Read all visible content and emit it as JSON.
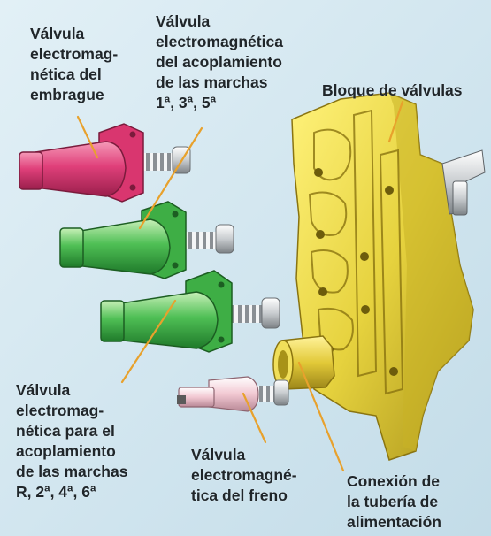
{
  "labels": {
    "clutch_valve": [
      "Válvula",
      "electromag-",
      "nética del",
      "embrague"
    ],
    "valve_135": [
      "Válvula",
      "electromagnética",
      "del acoplamiento",
      "de las marchas",
      "1ª, 3ª, 5ª"
    ],
    "valve_block": "Bloque de válvulas",
    "valve_r246": [
      "Válvula",
      "electromag-",
      "nética para el",
      "acoplamiento",
      "de las marchas",
      "R, 2ª, 4ª, 6ª"
    ],
    "brake_valve": [
      "Válvula",
      "electromagné-",
      "tica del freno"
    ],
    "supply_connection": [
      "Conexión de",
      "la tubería de",
      "alimentación"
    ]
  },
  "colors": {
    "background": "#d4e8f1",
    "leader_line": "#e8a12c",
    "clutch_valve": "#e0407a",
    "gear_valves": "#4fbf55",
    "brake_valve": "#f2c8d2",
    "valve_block": "#e6d23e"
  }
}
